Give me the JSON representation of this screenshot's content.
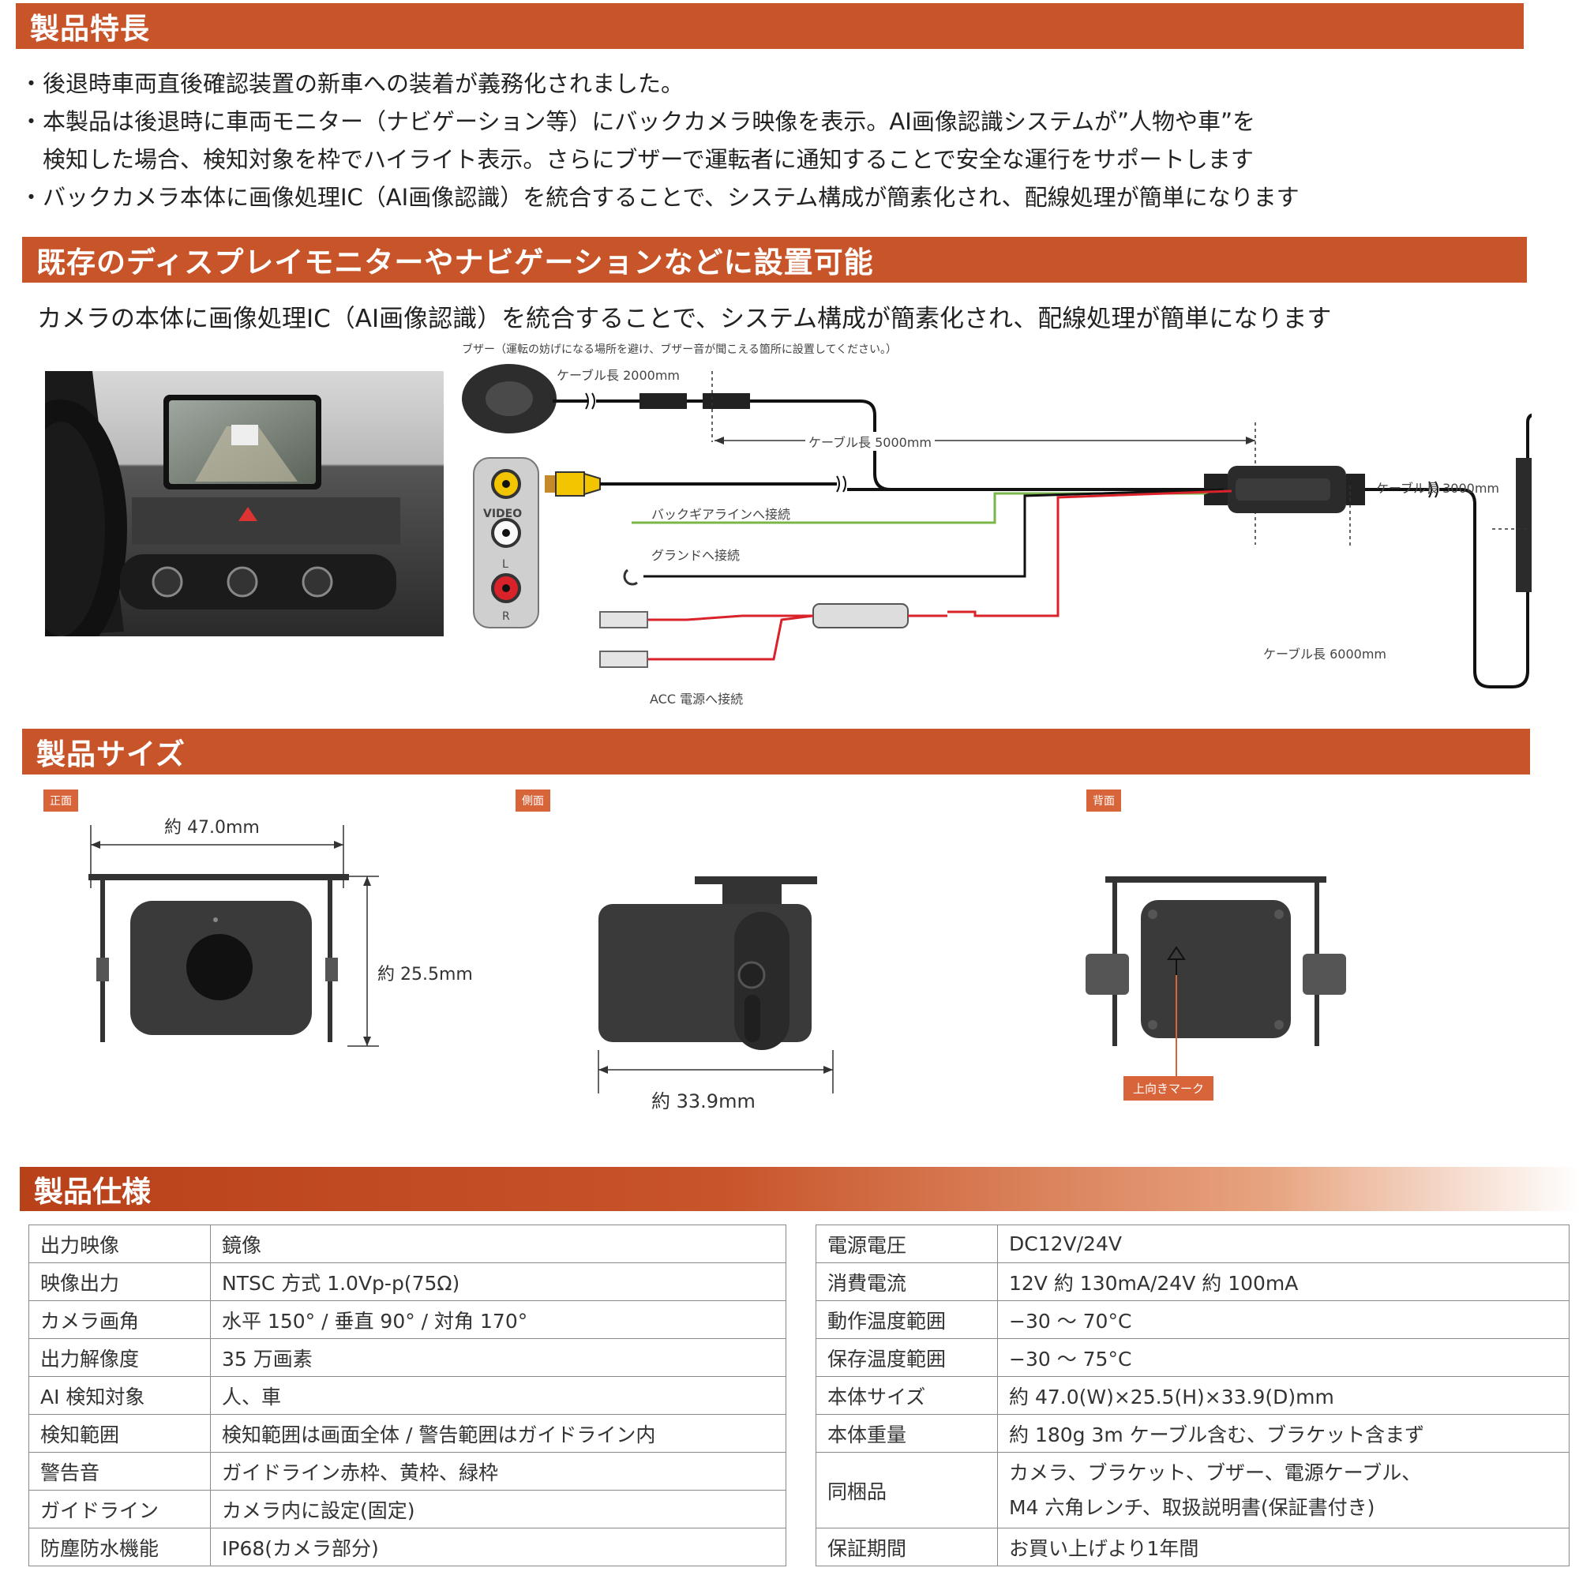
{
  "features": {
    "title": "製品特長",
    "items": [
      "・後退時車両直後確認装置の新車への装着が義務化されました。",
      "・本製品は後退時に車両モニター（ナビゲーション等）にバックカメラ映像を表示。AI画像認識システムが”人物や車”を",
      "　検知した場合、検知対象を枠でハイライト表示。さらにブザーで運転者に通知することで安全な運行をサポートします",
      "・バックカメラ本体に画像処理IC（AI画像認識）を統合することで、システム構成が簡素化され、配線処理が簡単になります"
    ]
  },
  "install": {
    "title": "既存のディスプレイモニターやナビゲーションなどに設置可能",
    "lead": "カメラの本体に画像処理IC（AI画像認識）を統合することで、システム構成が簡素化され、配線処理が簡単になります",
    "diagram": {
      "buzzer_note": "ブザー（運転の妨げになる場所を避け、ブザー音が聞こえる箇所に設置してください。）",
      "cable_2000": "ケーブル長 2000mm",
      "cable_5000": "ケーブル長 5000mm",
      "cable_3000": "ケーブル長 3000mm",
      "cable_6000": "ケーブル長 6000mm",
      "back_gear": "バックギアラインへ接続",
      "ground": "グランドへ接続",
      "acc": "ACC 電源へ接続",
      "video": "VIDEO",
      "l": "L",
      "r": "R"
    }
  },
  "size": {
    "title": "製品サイズ",
    "front_tag": "正面",
    "side_tag": "側面",
    "back_tag": "背面",
    "width": "約 47.0mm",
    "height": "約 25.5mm",
    "depth": "約 33.9mm",
    "up_mark": "上向きマーク"
  },
  "spec": {
    "title": "製品仕様",
    "left": [
      {
        "k": "出力映像",
        "v": "鏡像"
      },
      {
        "k": "映像出力",
        "v": "NTSC 方式 1.0Vp-p(75Ω)"
      },
      {
        "k": "カメラ画角",
        "v": "水平 150° / 垂直 90° / 対角 170°"
      },
      {
        "k": "出力解像度",
        "v": "35 万画素"
      },
      {
        "k": "AI 検知対象",
        "v": "人、車"
      },
      {
        "k": "検知範囲",
        "v": "検知範囲は画面全体 / 警告範囲はガイドライン内"
      },
      {
        "k": "警告音",
        "v": "ガイドライン赤枠、黄枠、緑枠"
      },
      {
        "k": "ガイドライン",
        "v": "カメラ内に設定(固定)"
      },
      {
        "k": "防塵防水機能",
        "v": "IP68(カメラ部分)"
      }
    ],
    "right": [
      {
        "k": "電源電圧",
        "v": "DC12V/24V"
      },
      {
        "k": "消費電流",
        "v": "12V 約 130mA/24V 約 100mA"
      },
      {
        "k": "動作温度範囲",
        "v": "−30 ～ 70°C"
      },
      {
        "k": "保存温度範囲",
        "v": "−30 ～ 75°C"
      },
      {
        "k": "本体サイズ",
        "v": "約 47.0(W)×25.5(H)×33.9(D)mm"
      },
      {
        "k": "本体重量",
        "v": "約 180g 3m ケーブル含む、ブラケット含まず"
      },
      {
        "k": "同梱品",
        "v": "カメラ、ブラケット、ブザー、電源ケーブル、",
        "v2": "M4 六角レンチ、取扱説明書(保証書付き)"
      },
      {
        "k": "保証期間",
        "v": "お買い上げより1年間"
      }
    ]
  },
  "colors": {
    "accent": "#c8542a",
    "cable_green": "#7ab648",
    "cable_red": "#d9222a",
    "rca_yellow": "#f2c500"
  }
}
